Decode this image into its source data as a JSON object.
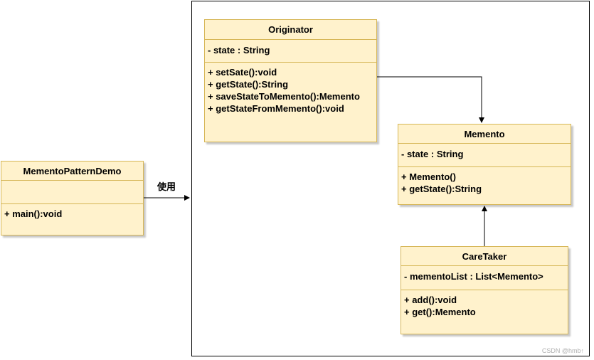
{
  "classes": {
    "demo": {
      "name": "MementoPatternDemo",
      "attributes": [],
      "operations": [
        "+ main():void"
      ]
    },
    "originator": {
      "name": "Originator",
      "attributes": [
        "- state : String"
      ],
      "operations": [
        "+ setSate():void",
        "+ getState():String",
        "+ saveStateToMemento():Memento",
        "+ getStateFromMemento():void"
      ]
    },
    "memento": {
      "name": "Memento",
      "attributes": [
        "- state : String"
      ],
      "operations": [
        "+ Memento()",
        "+ getState():String"
      ]
    },
    "caretaker": {
      "name": "CareTaker",
      "attributes": [
        "- mementoList : List<Memento>"
      ],
      "operations": [
        "+ add():void",
        "+ get():Memento"
      ]
    }
  },
  "relations": {
    "uses_label": "使用"
  },
  "watermark": "CSDN @hmb↑"
}
